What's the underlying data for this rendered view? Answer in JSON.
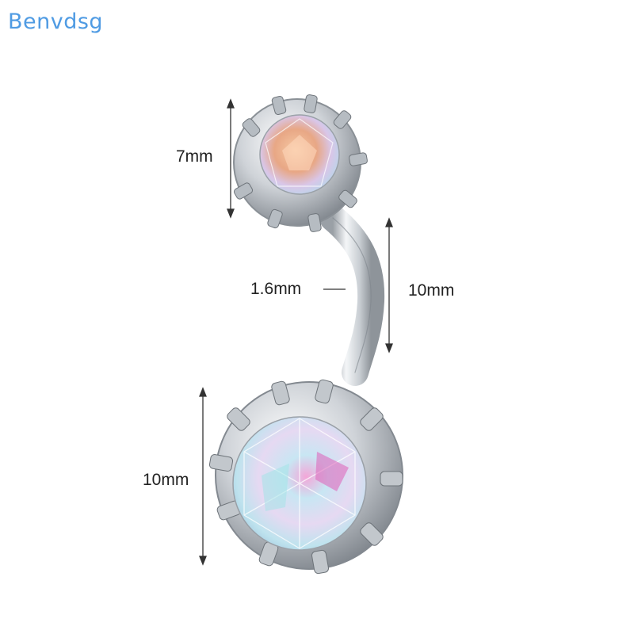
{
  "brand": {
    "text": "Benvdsg",
    "color": "#4f9be3"
  },
  "product": {
    "name": "belly-button-ring",
    "metal_color": "silver",
    "stone_color": "iridescent-ab"
  },
  "dimensions": {
    "top_ball": "7mm",
    "bar_gauge": "1.6mm",
    "bar_length": "10mm",
    "bottom_gem": "10mm"
  }
}
